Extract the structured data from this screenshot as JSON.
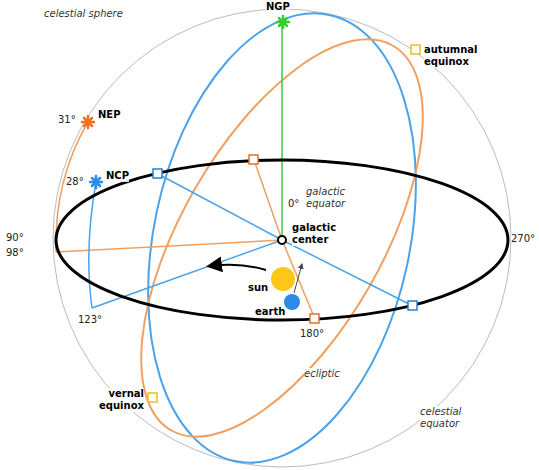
{
  "diagram": {
    "labels": [
      "celestial sphere",
      "NGP",
      "31°",
      "NEP",
      "28°",
      "NCP",
      "autumnal equinox",
      "galactic equator",
      "0°",
      "galactic center",
      "90°",
      "98°",
      "123°",
      "sun",
      "earth",
      "180°",
      "ecliptic",
      "celestial equator",
      "vernal equinox",
      "270°"
    ]
  }
}
